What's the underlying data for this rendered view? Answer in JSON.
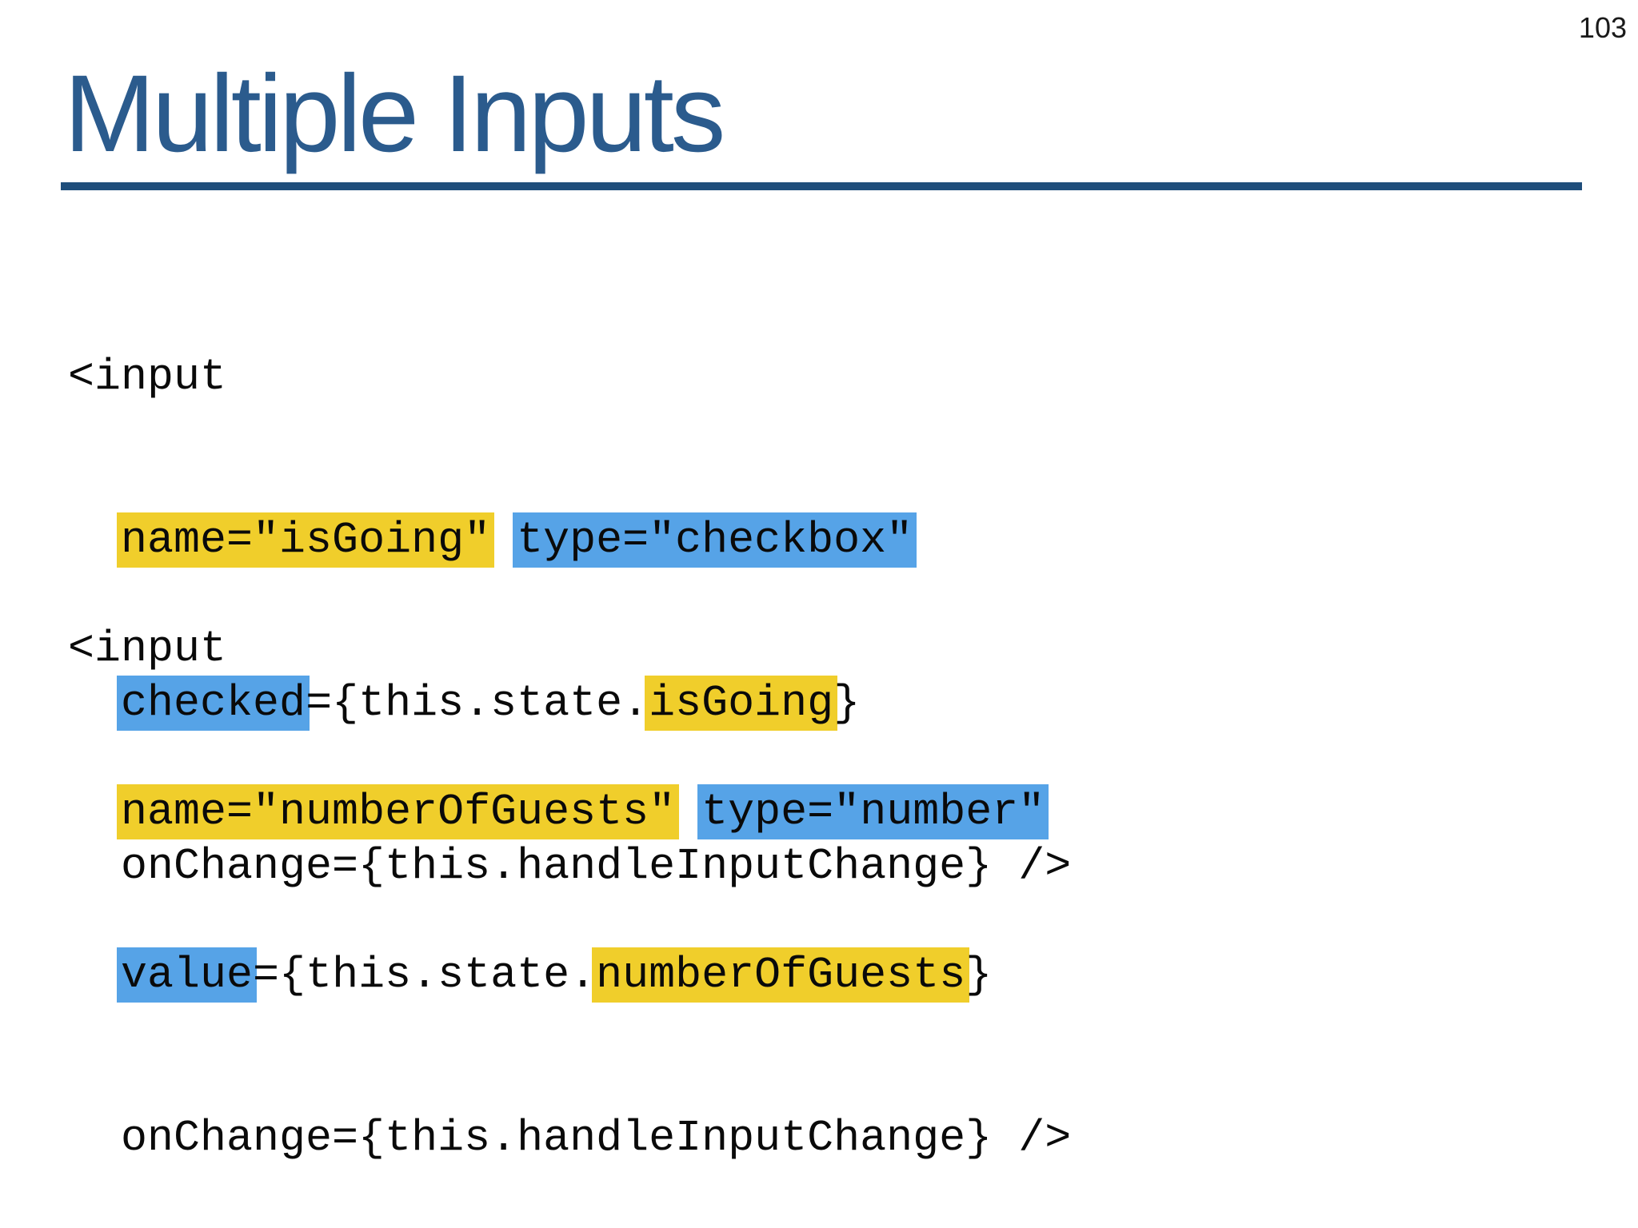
{
  "page": {
    "number": "103"
  },
  "header": {
    "title": "Multiple Inputs"
  },
  "colors": {
    "title_blue": "#2b5b8d",
    "rule_blue": "#1f4e7b",
    "highlight_yellow": "#f0ce2b",
    "highlight_blue": "#56a3e7",
    "code_text": "#0a0a0a"
  },
  "code_blocks": [
    {
      "lines": [
        {
          "segments": [
            {
              "text": "<input",
              "hl": "none"
            }
          ]
        },
        {
          "segments": [
            {
              "text": "  ",
              "hl": "none"
            },
            {
              "text": "name=\"isGoing\"",
              "hl": "yellow"
            },
            {
              "text": " ",
              "hl": "none"
            },
            {
              "text": "type=\"checkbox\"",
              "hl": "blue"
            }
          ]
        },
        {
          "segments": [
            {
              "text": "  ",
              "hl": "none"
            },
            {
              "text": "checked",
              "hl": "blue"
            },
            {
              "text": "={this.state.",
              "hl": "none"
            },
            {
              "text": "isGoing",
              "hl": "yellow"
            },
            {
              "text": "}",
              "hl": "none"
            }
          ]
        },
        {
          "segments": [
            {
              "text": "  onChange={this.handleInputChange} />",
              "hl": "none"
            }
          ]
        }
      ]
    },
    {
      "lines": [
        {
          "segments": [
            {
              "text": "<input",
              "hl": "none"
            }
          ]
        },
        {
          "segments": [
            {
              "text": "  ",
              "hl": "none"
            },
            {
              "text": "name=\"numberOfGuests\"",
              "hl": "yellow"
            },
            {
              "text": " ",
              "hl": "none"
            },
            {
              "text": "type=\"number\"",
              "hl": "blue"
            }
          ]
        },
        {
          "segments": [
            {
              "text": "  ",
              "hl": "none"
            },
            {
              "text": "value",
              "hl": "blue"
            },
            {
              "text": "={this.state.",
              "hl": "none"
            },
            {
              "text": "numberOfGuests",
              "hl": "yellow"
            },
            {
              "text": "}",
              "hl": "none"
            }
          ]
        },
        {
          "segments": [
            {
              "text": "  onChange={this.handleInputChange} />",
              "hl": "none"
            }
          ]
        }
      ]
    }
  ]
}
